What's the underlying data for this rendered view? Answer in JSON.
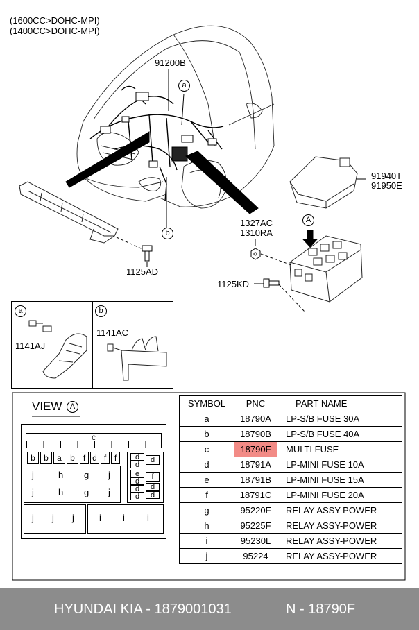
{
  "engine_labels": [
    "(1600CC>DOHC-MPI)",
    "(1400CC>DOHC-MPI)"
  ],
  "callouts": {
    "harness": "91200B",
    "fusebox_cover": [
      "91940T",
      "91950E"
    ],
    "bolt_a": [
      "1327AC",
      "1310RA"
    ],
    "bolt_b": "1125AD",
    "bolt_c": "1125KD",
    "detail_a_part": "1141AJ",
    "detail_b_part": "1141AC",
    "marker_a": "a",
    "marker_b": "b",
    "view_marker": "A"
  },
  "view": {
    "title": "VIEW",
    "marker": "A"
  },
  "fuse_layout": {
    "top_label": "c",
    "row1": [
      "b",
      "b",
      "a",
      "b",
      "f",
      "d",
      "f",
      "f"
    ],
    "right_col1": [
      "d",
      "d",
      "e",
      "d",
      "d",
      "d"
    ],
    "right_col2": [
      "d",
      "f",
      "d",
      "d"
    ],
    "relays_row1": [
      "j",
      "h",
      "g",
      "j"
    ],
    "relays_row2": [
      "j",
      "h",
      "g",
      "j"
    ],
    "relays_row3": [
      "j",
      "j",
      "j",
      "i",
      "i",
      "i"
    ]
  },
  "table": {
    "headers": [
      "SYMBOL",
      "PNC",
      "PART NAME"
    ],
    "rows": [
      [
        "a",
        "18790A",
        "LP-S/B FUSE 30A"
      ],
      [
        "b",
        "18790B",
        "LP-S/B FUSE 40A"
      ],
      [
        "c",
        "18790F",
        "MULTI FUSE"
      ],
      [
        "d",
        "18791A",
        "LP-MINI FUSE 10A"
      ],
      [
        "e",
        "18791B",
        "LP-MINI FUSE 15A"
      ],
      [
        "f",
        "18791C",
        "LP-MINI FUSE 20A"
      ],
      [
        "g",
        "95220F",
        "RELAY ASSY-POWER"
      ],
      [
        "h",
        "95225F",
        "RELAY ASSY-POWER"
      ],
      [
        "i",
        "95230L",
        "RELAY ASSY-POWER"
      ],
      [
        "j",
        "95224",
        "RELAY ASSY-POWER"
      ]
    ],
    "highlight_row": 2
  },
  "footer": {
    "left": "HYUNDAI  KIA - 1879001031",
    "right": "N - 18790F"
  },
  "colors": {
    "highlight": "#f28b86",
    "footer_bg": "#8c8c8c",
    "footer_text": "#ffffff"
  }
}
